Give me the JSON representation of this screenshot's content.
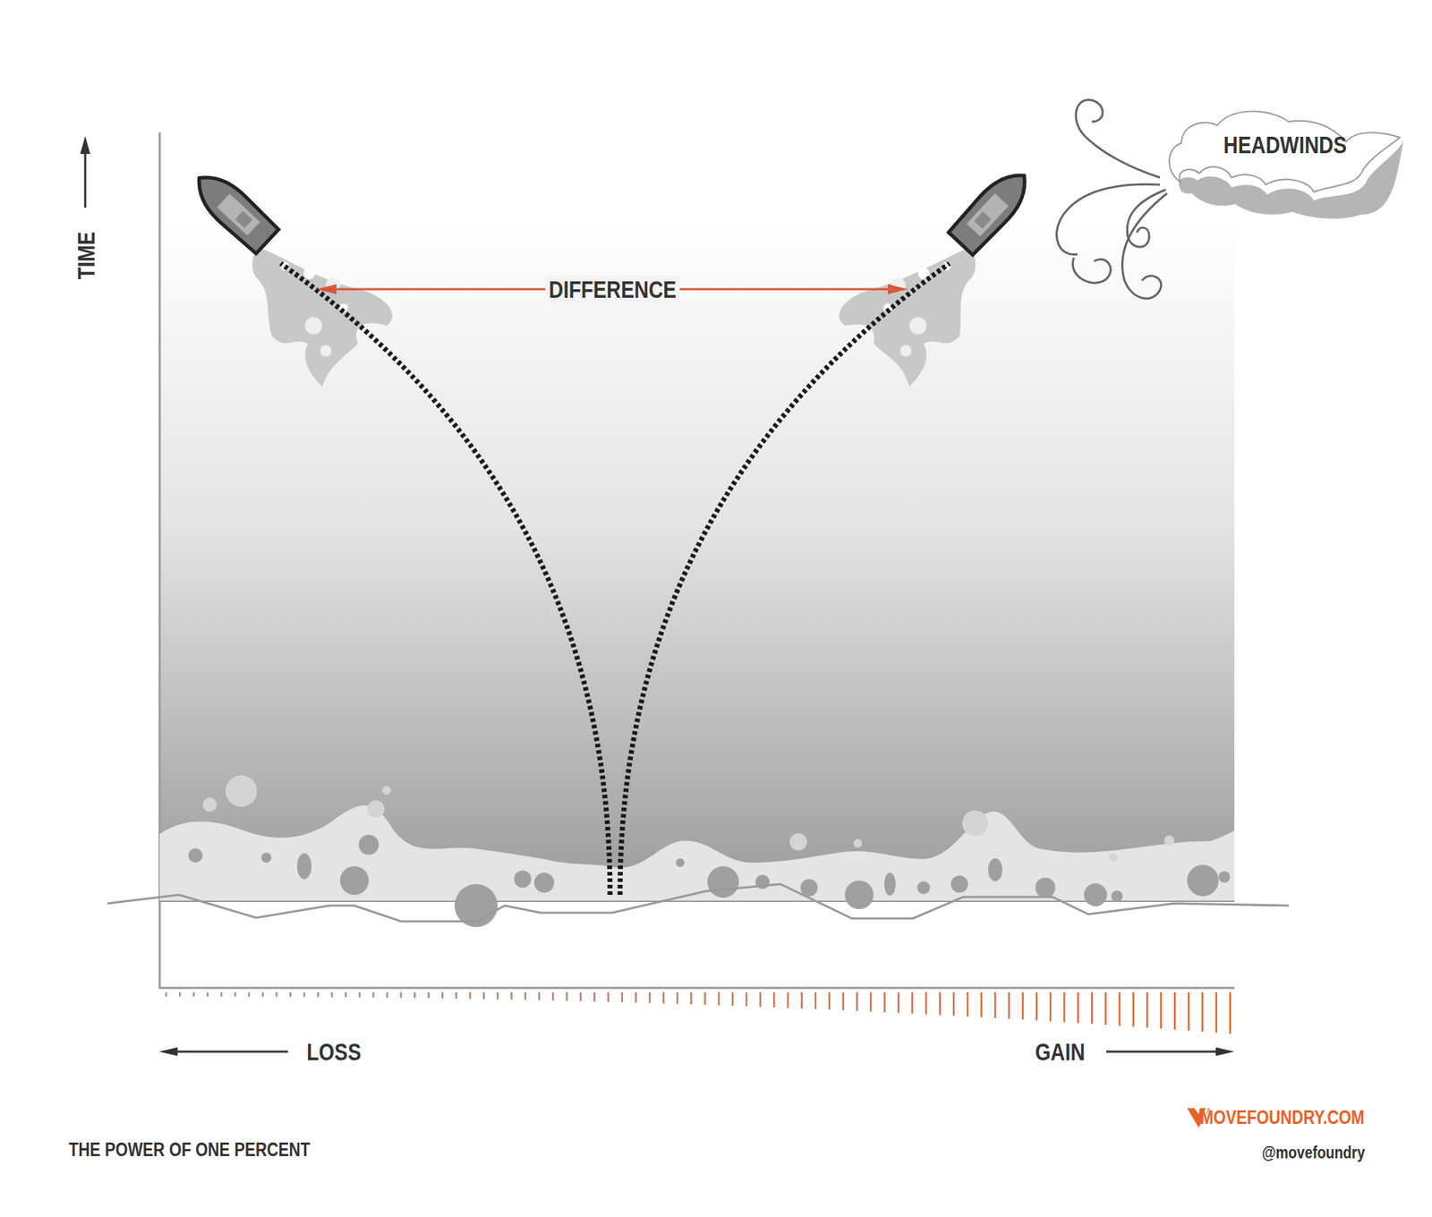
{
  "diagram": {
    "caption": "THE POWER OF ONE PERCENT",
    "labels": [
      "TIME",
      "DIFFERENCE",
      "HEADWINDS",
      "LOSS",
      "GAIN",
      "MOVEFOUNDRY.COM",
      "@movefoundry"
    ]
  }
}
